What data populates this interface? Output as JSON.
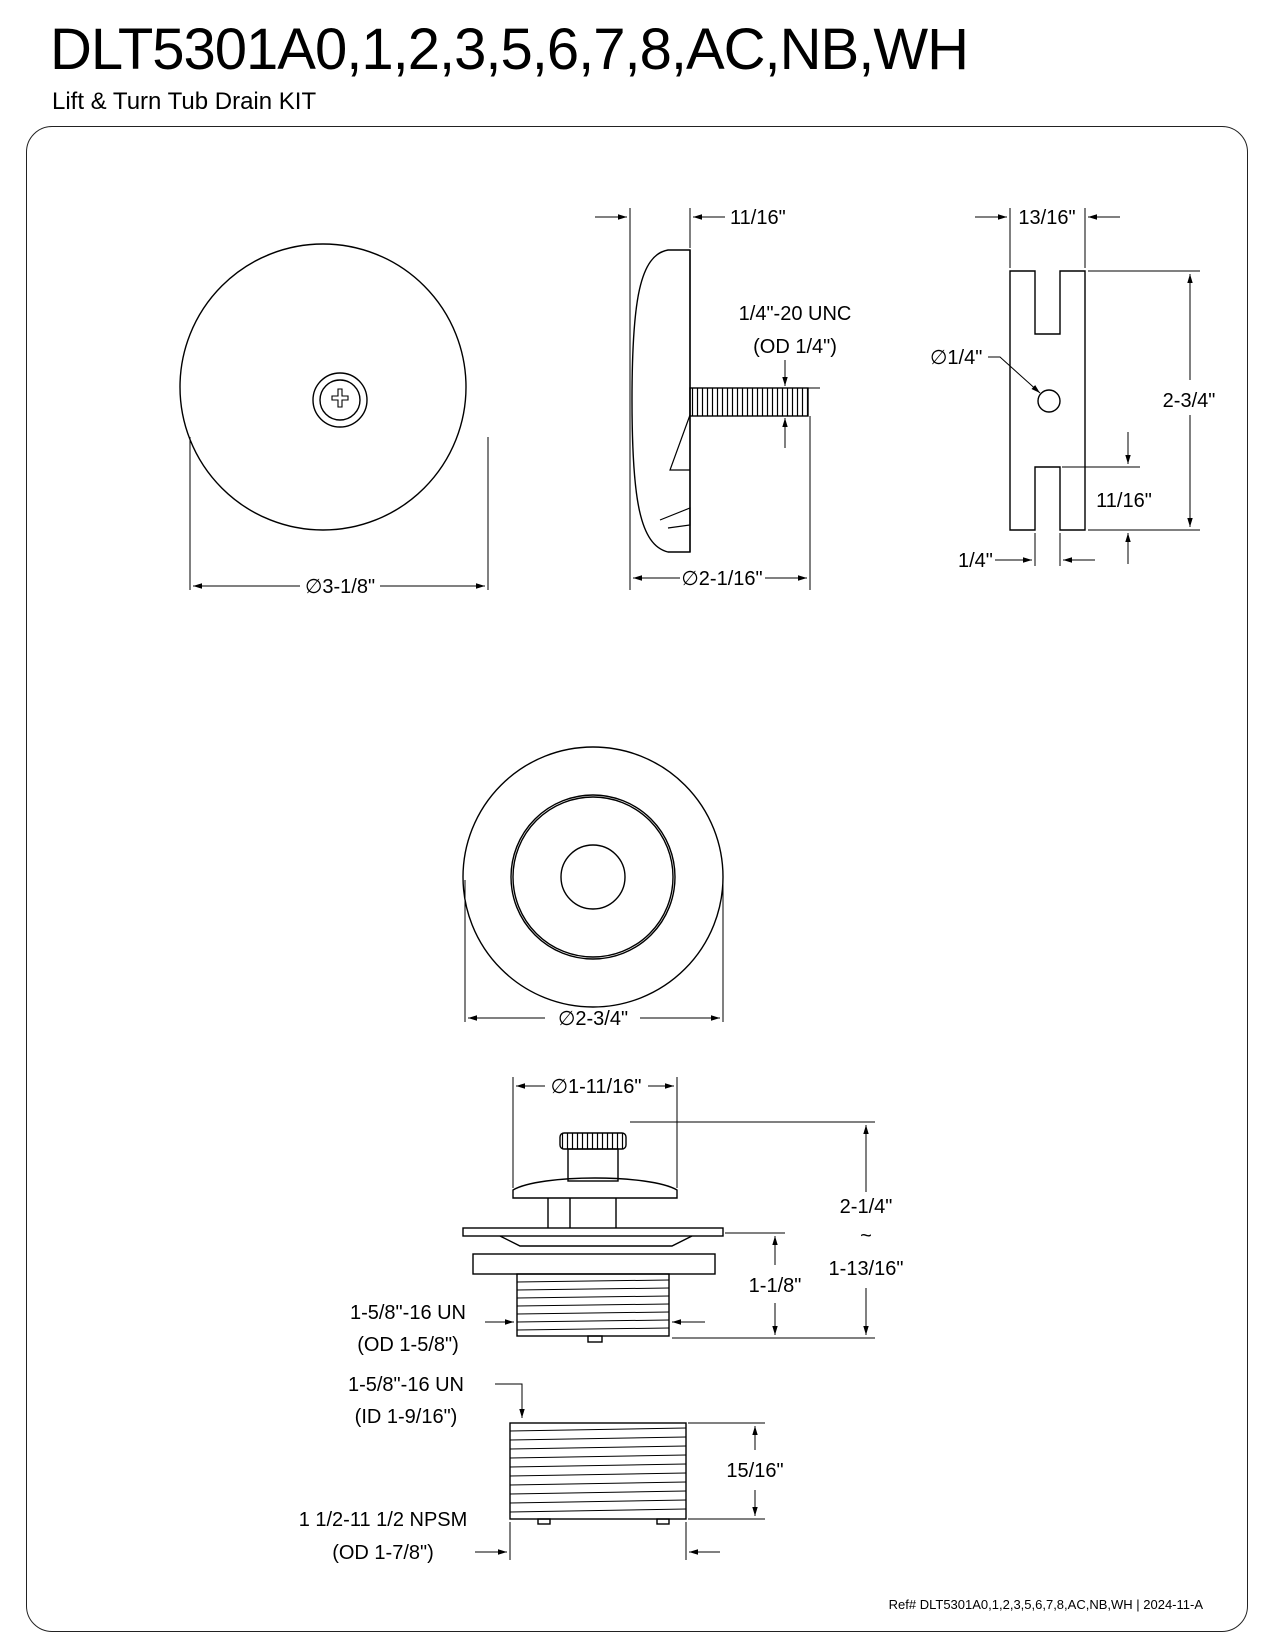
{
  "title": "DLT5301A0,1,2,3,5,6,7,8,AC,NB,WH",
  "subtitle": "Lift & Turn Tub Drain KIT",
  "reference": "Ref# DLT5301A0,1,2,3,5,6,7,8,AC,NB,WH | 2024-11-A",
  "dimensions": {
    "faceplate_diameter": "∅3-1/8\"",
    "faceplate_depth": "11/16\"",
    "screw_thread": "1/4\"-20 UNC",
    "screw_od": "(OD 1/4\")",
    "faceplate_back_diameter": "∅2-1/16\"",
    "bracket_width": "13/16\"",
    "bracket_hole": "∅1/4\"",
    "bracket_height": "2-3/4\"",
    "bracket_slot_depth": "11/16\"",
    "bracket_slot_width": "1/4\"",
    "stopper_diameter": "∅2-3/4\"",
    "body_top_diameter": "∅1-11/16\"",
    "height_max": "2-1/4\"",
    "height_sep": "~",
    "height_min": "1-13/16\"",
    "flange_height": "1-1/8\"",
    "body_thread": "1-5/8\"-16 UN",
    "body_thread_od": "(OD 1-5/8\")",
    "adapter_thread": "1-5/8\"-16 UN",
    "adapter_thread_id": "(ID 1-9/16\")",
    "adapter_height": "15/16\"",
    "adapter_npsm": "1 1/2-11 1/2 NPSM",
    "adapter_od": "(OD 1-7/8\")"
  }
}
